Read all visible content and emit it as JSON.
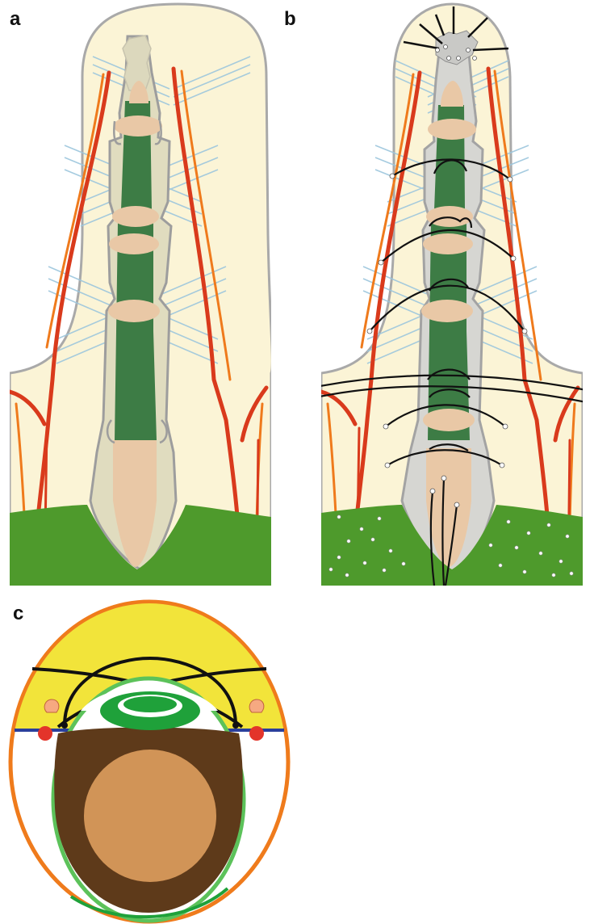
{
  "panels": [
    {
      "label": "a"
    },
    {
      "label": "b"
    },
    {
      "label": "c"
    }
  ],
  "colors": {
    "skin_fill": "#fbf4d6",
    "skin_outline": "#a9a9a9",
    "artery": "#d93a1c",
    "artery_light": "#ef7a1c",
    "ligament_lines": "#9cc6dd",
    "bone": "#e9c8a6",
    "tendon": "#3d7c45",
    "base_green": "#4e9a2c",
    "suture": "#111111",
    "nail_bed_gray": "#d6d6d2",
    "nail_tan": "#e0dcbf",
    "section_outline": "#ef7b1c",
    "section_yellow": "#f2e43a",
    "section_brown": "#5e3a1a",
    "section_bone": "#d19457",
    "section_green": "#5cc25a",
    "section_blue": "#2a3f9c"
  }
}
